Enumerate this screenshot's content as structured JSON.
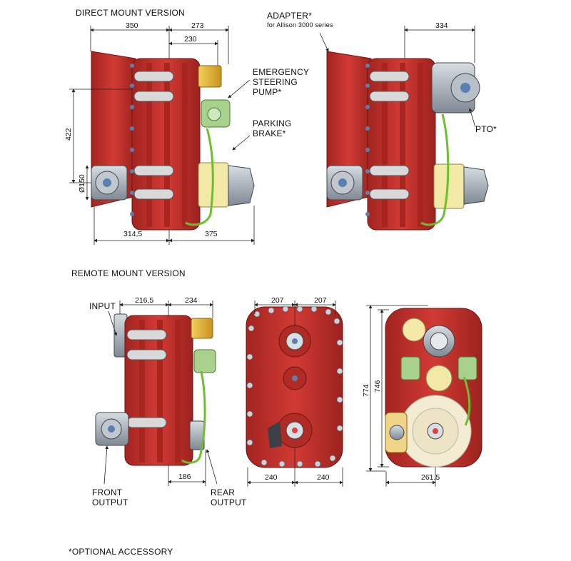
{
  "headings": {
    "direct": "DIRECT MOUNT VERSION",
    "remote": "REMOTE MOUNT VERSION",
    "footnote": "*OPTIONAL ACCESSORY"
  },
  "callouts": {
    "adapter": "ADAPTER*",
    "adapter_sub": "for Allison 3000 series",
    "emergency1": "EMERGENCY",
    "emergency2": "STEERING",
    "emergency3": "PUMP*",
    "parking1": "PARKING",
    "parking2": "BRAKE*",
    "pto": "PTO*",
    "input": "INPUT",
    "front1": "FRONT",
    "front2": "OUTPUT",
    "rear1": "REAR",
    "rear2": "OUTPUT"
  },
  "dimensions": {
    "d350": "350",
    "d273": "273",
    "d230": "230",
    "d334": "334",
    "d422": "422",
    "d150": "Ø150",
    "d3145": "314,5",
    "d375": "375",
    "d2165": "216,5",
    "d234": "234",
    "d186": "186",
    "d207a": "207",
    "d207b": "207",
    "d240a": "240",
    "d240b": "240",
    "d774": "774",
    "d746": "746",
    "d2615": "261.5"
  },
  "colors": {
    "housing": "#c8312c",
    "housing_dark": "#8e1d1a",
    "pump_green": "#a9d18e",
    "brake_yellow": "#f2e9a6",
    "pump_gold": "#e2b43a",
    "steel": "#9aa3ad",
    "pipe_green": "#6cbf2e",
    "bolt_blue": "#5b7fb0"
  }
}
